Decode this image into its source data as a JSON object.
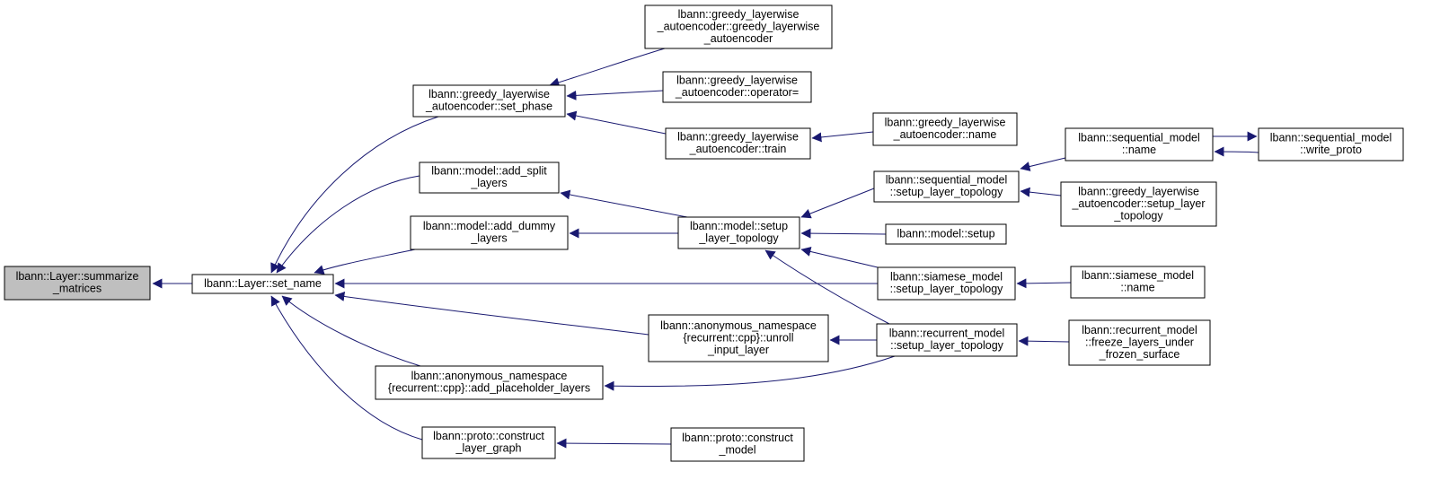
{
  "diagram": {
    "type": "doxygen-caller-graph",
    "colors": {
      "edge": "#191970",
      "arrowhead": "#191970",
      "node_border": "#000000",
      "node_fill": "#ffffff",
      "root_fill": "#bfbfbf"
    },
    "nodes": [
      {
        "id": "summarize",
        "root": true,
        "lines": [
          "lbann::Layer::summarize",
          "_matrices"
        ]
      },
      {
        "id": "set_name",
        "lines": [
          "lbann::Layer::set_name"
        ]
      },
      {
        "id": "set_phase",
        "lines": [
          "lbann::greedy_layerwise",
          "_autoencoder::set_phase"
        ]
      },
      {
        "id": "add_split",
        "lines": [
          "lbann::model::add_split",
          "_layers"
        ]
      },
      {
        "id": "add_dummy",
        "lines": [
          "lbann::model::add_dummy",
          "_layers"
        ]
      },
      {
        "id": "add_placeholder",
        "lines": [
          "lbann::anonymous_namespace",
          "{recurrent::cpp}::add_placeholder_layers"
        ]
      },
      {
        "id": "construct_layer_graph",
        "lines": [
          "lbann::proto::construct",
          "_layer_graph"
        ]
      },
      {
        "id": "gla_ctor",
        "lines": [
          "lbann::greedy_layerwise",
          "_autoencoder::greedy_layerwise",
          "_autoencoder"
        ]
      },
      {
        "id": "gla_operator",
        "lines": [
          "lbann::greedy_layerwise",
          "_autoencoder::operator="
        ]
      },
      {
        "id": "gla_train",
        "lines": [
          "lbann::greedy_layerwise",
          "_autoencoder::train"
        ]
      },
      {
        "id": "model_setup_topo",
        "lines": [
          "lbann::model::setup",
          "_layer_topology"
        ]
      },
      {
        "id": "unroll_input",
        "lines": [
          "lbann::anonymous_namespace",
          "{recurrent::cpp}::unroll",
          "_input_layer"
        ]
      },
      {
        "id": "construct_model",
        "lines": [
          "lbann::proto::construct",
          "_model"
        ]
      },
      {
        "id": "gla_name",
        "lines": [
          "lbann::greedy_layerwise",
          "_autoencoder::name"
        ]
      },
      {
        "id": "seq_setup_topo",
        "lines": [
          "lbann::sequential_model",
          "::setup_layer_topology"
        ]
      },
      {
        "id": "model_setup",
        "lines": [
          "lbann::model::setup"
        ]
      },
      {
        "id": "siamese_setup_topo",
        "lines": [
          "lbann::siamese_model",
          "::setup_layer_topology"
        ]
      },
      {
        "id": "recurrent_setup_topo",
        "lines": [
          "lbann::recurrent_model",
          "::setup_layer_topology"
        ]
      },
      {
        "id": "seq_name",
        "lines": [
          "lbann::sequential_model",
          "::name"
        ]
      },
      {
        "id": "gla_setup_layer_topo",
        "lines": [
          "lbann::greedy_layerwise",
          "_autoencoder::setup_layer",
          "_topology"
        ]
      },
      {
        "id": "siamese_name",
        "lines": [
          "lbann::siamese_model",
          "::name"
        ]
      },
      {
        "id": "recurrent_freeze",
        "lines": [
          "lbann::recurrent_model",
          "::freeze_layers_under",
          "_frozen_surface"
        ]
      },
      {
        "id": "seq_write_proto",
        "lines": [
          "lbann::sequential_model",
          "::write_proto"
        ]
      }
    ],
    "edges": [
      {
        "from": "set_name",
        "to": "summarize"
      },
      {
        "from": "set_phase",
        "to": "set_name"
      },
      {
        "from": "add_split",
        "to": "set_name"
      },
      {
        "from": "add_dummy",
        "to": "set_name"
      },
      {
        "from": "add_placeholder",
        "to": "set_name"
      },
      {
        "from": "construct_layer_graph",
        "to": "set_name"
      },
      {
        "from": "unroll_input",
        "to": "set_name"
      },
      {
        "from": "siamese_setup_topo",
        "to": "set_name"
      },
      {
        "from": "gla_ctor",
        "to": "set_phase"
      },
      {
        "from": "gla_operator",
        "to": "set_phase"
      },
      {
        "from": "gla_train",
        "to": "set_phase"
      },
      {
        "from": "gla_name",
        "to": "gla_train"
      },
      {
        "from": "model_setup_topo",
        "to": "add_split"
      },
      {
        "from": "model_setup_topo",
        "to": "add_dummy"
      },
      {
        "from": "seq_setup_topo",
        "to": "model_setup_topo"
      },
      {
        "from": "model_setup",
        "to": "model_setup_topo"
      },
      {
        "from": "siamese_setup_topo",
        "to": "model_setup_topo"
      },
      {
        "from": "recurrent_setup_topo",
        "to": "model_setup_topo"
      },
      {
        "from": "recurrent_setup_topo",
        "to": "unroll_input"
      },
      {
        "from": "recurrent_setup_topo",
        "to": "add_placeholder"
      },
      {
        "from": "construct_model",
        "to": "construct_layer_graph"
      },
      {
        "from": "seq_name",
        "to": "seq_setup_topo"
      },
      {
        "from": "gla_setup_layer_topo",
        "to": "seq_setup_topo"
      },
      {
        "from": "siamese_name",
        "to": "siamese_setup_topo"
      },
      {
        "from": "recurrent_freeze",
        "to": "recurrent_setup_topo"
      },
      {
        "from": "seq_write_proto",
        "to": "seq_name"
      },
      {
        "from": "seq_name",
        "to": "seq_write_proto"
      }
    ]
  }
}
